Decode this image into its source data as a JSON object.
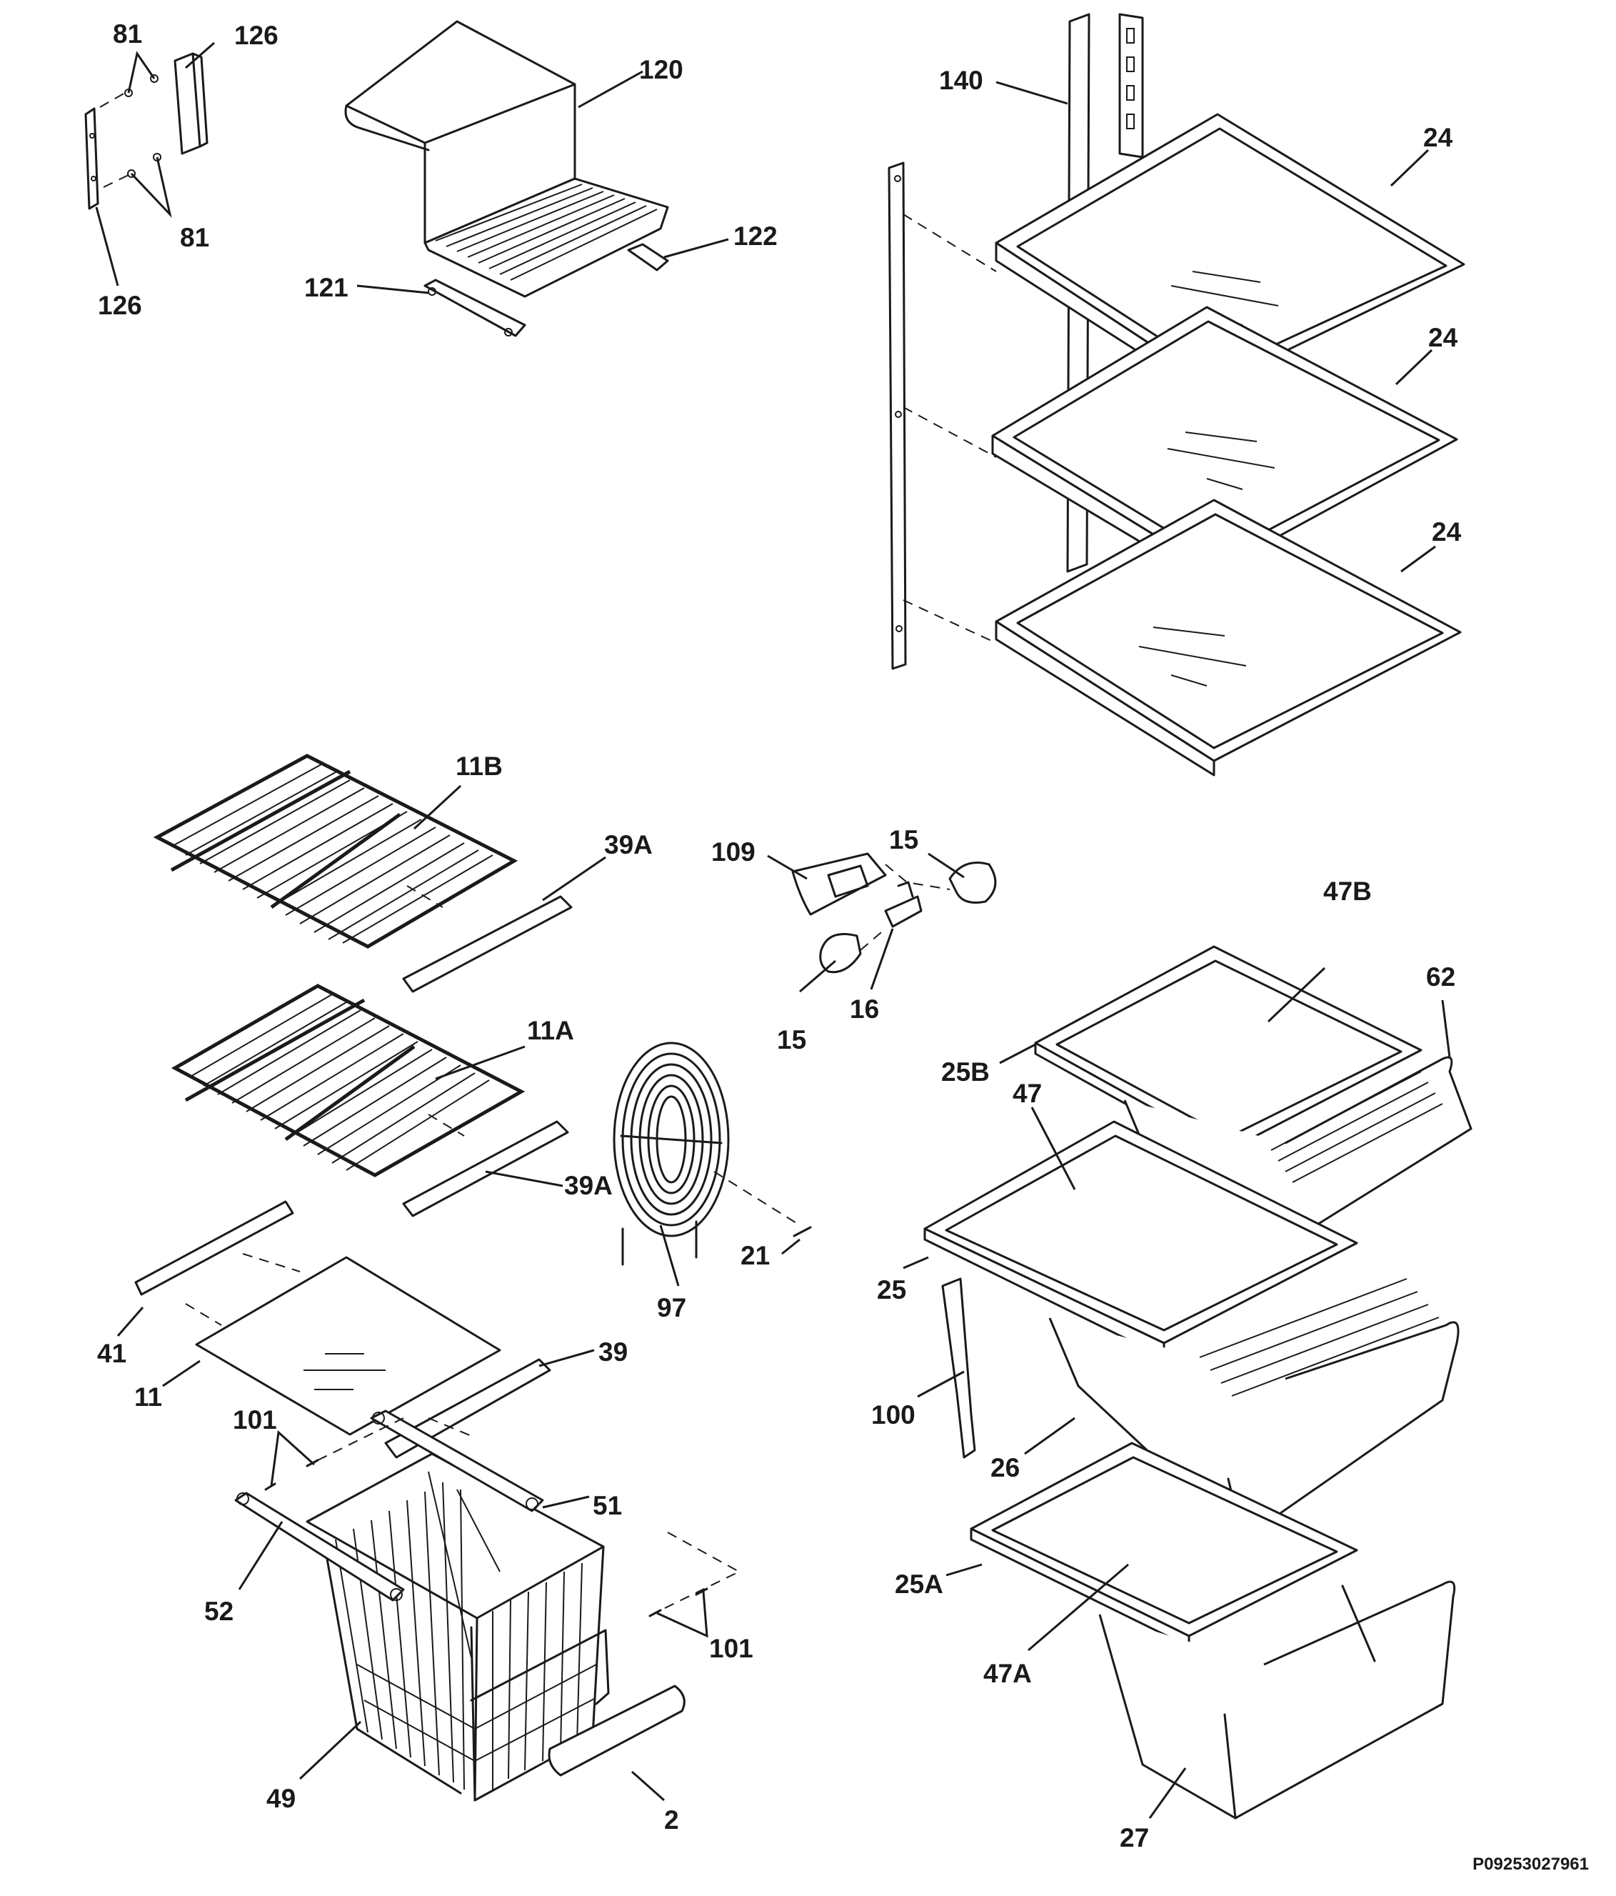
{
  "drawing_code": "P09253027961",
  "callouts": {
    "c81a": "81",
    "c126a": "126",
    "c120": "120",
    "c140": "140",
    "c24a": "24",
    "c81b": "81",
    "c122": "122",
    "c121": "121",
    "c126b": "126",
    "c24b": "24",
    "c24c": "24",
    "c11B": "11B",
    "c39Aa": "39A",
    "c109": "109",
    "c15a": "15",
    "c47B": "47B",
    "c62": "62",
    "c15b": "15",
    "c16": "16",
    "c11A": "11A",
    "c25B": "25B",
    "c47": "47",
    "c39Ab": "39A",
    "c21": "21",
    "c97": "97",
    "c25": "25",
    "c41": "41",
    "c39": "39",
    "c11": "11",
    "c101a": "101",
    "c100": "100",
    "c26": "26",
    "c51": "51",
    "c25A": "25A",
    "c52": "52",
    "c101b": "101",
    "c47A": "47A",
    "c49": "49",
    "c2": "2",
    "c27": "27"
  }
}
